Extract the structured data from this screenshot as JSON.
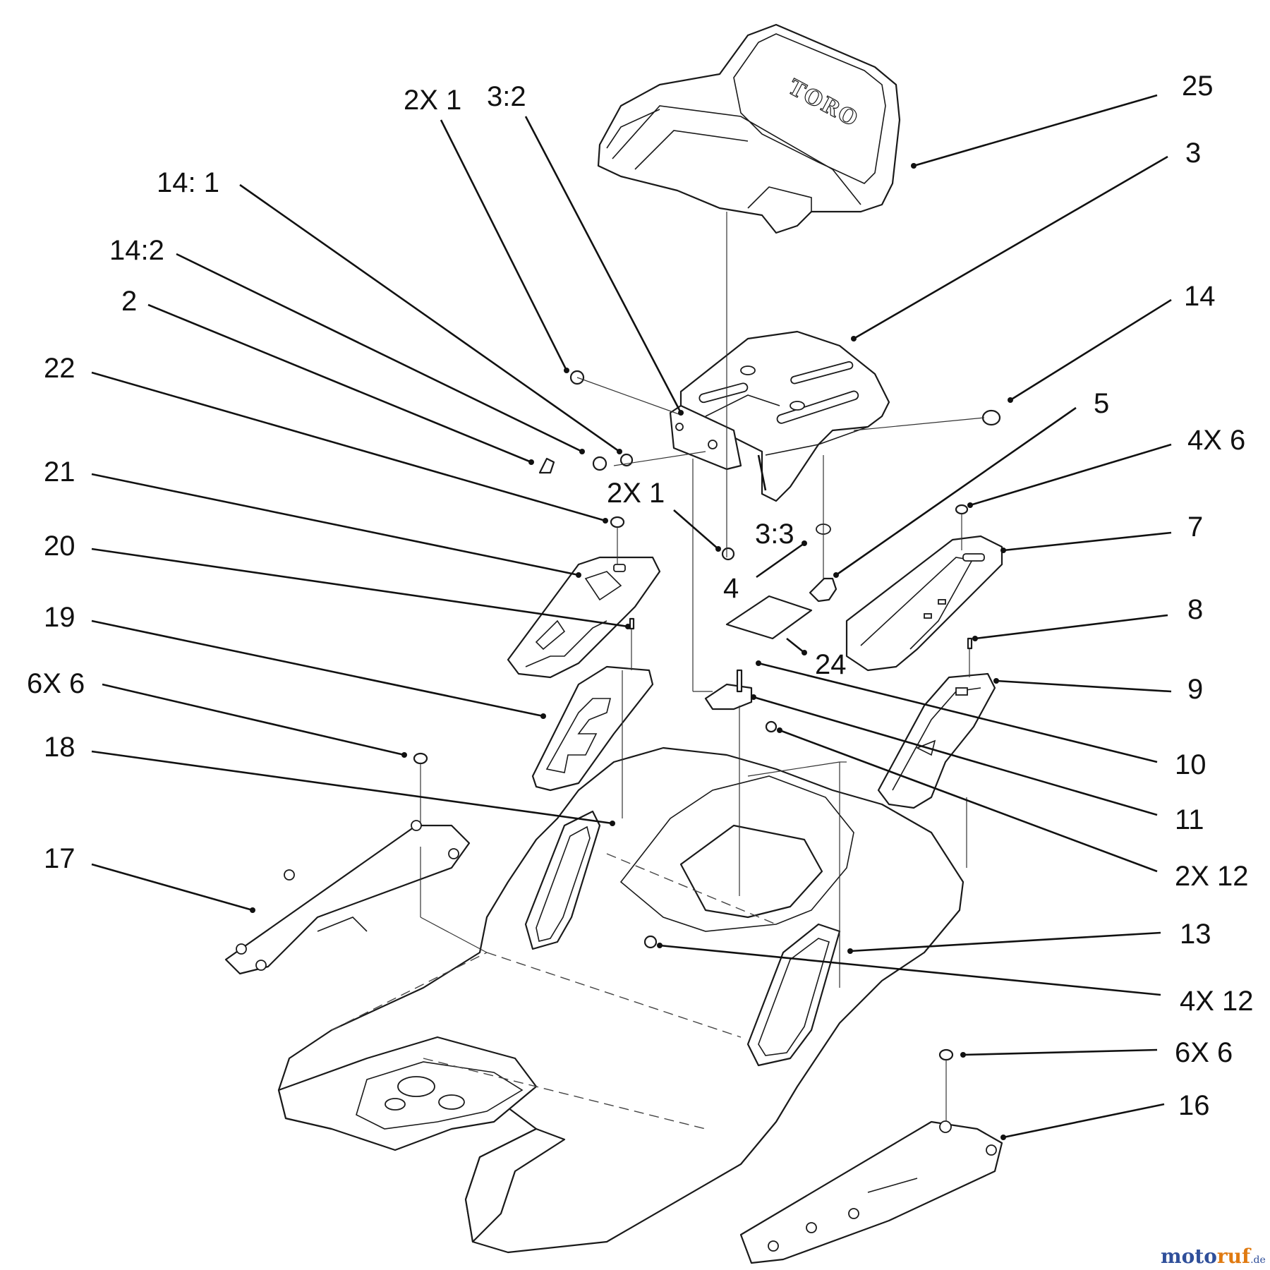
{
  "callouts": {
    "c25": "25",
    "c3": "3",
    "c14": "14",
    "c5": "5",
    "c4x6": "4X 6",
    "c7": "7",
    "c8": "8",
    "c9": "9",
    "c10": "10",
    "c11": "11",
    "c2x12": "2X 12",
    "c13": "13",
    "c4x12": "4X 12",
    "c6x6r": "6X 6",
    "c16": "16",
    "c2x1a": "2X 1",
    "c3_2": "3:2",
    "c14_1": "14: 1",
    "c14_2": "14:2",
    "c2": "2",
    "c22": "22",
    "c21": "21",
    "c20": "20",
    "c19": "19",
    "c6x6l": "6X 6",
    "c18": "18",
    "c17": "17",
    "c2x1b": "2X 1",
    "c3_3": "3:3",
    "c4": "4",
    "c24": "24"
  },
  "seat_emboss": "TORO",
  "watermark": {
    "part1": "moto",
    "part2": "ruf",
    "suffix": ".de"
  },
  "colors": {
    "line": "#1a1a1a",
    "watermark_blue": "#2f4f9a",
    "watermark_orange": "#e07a10"
  }
}
